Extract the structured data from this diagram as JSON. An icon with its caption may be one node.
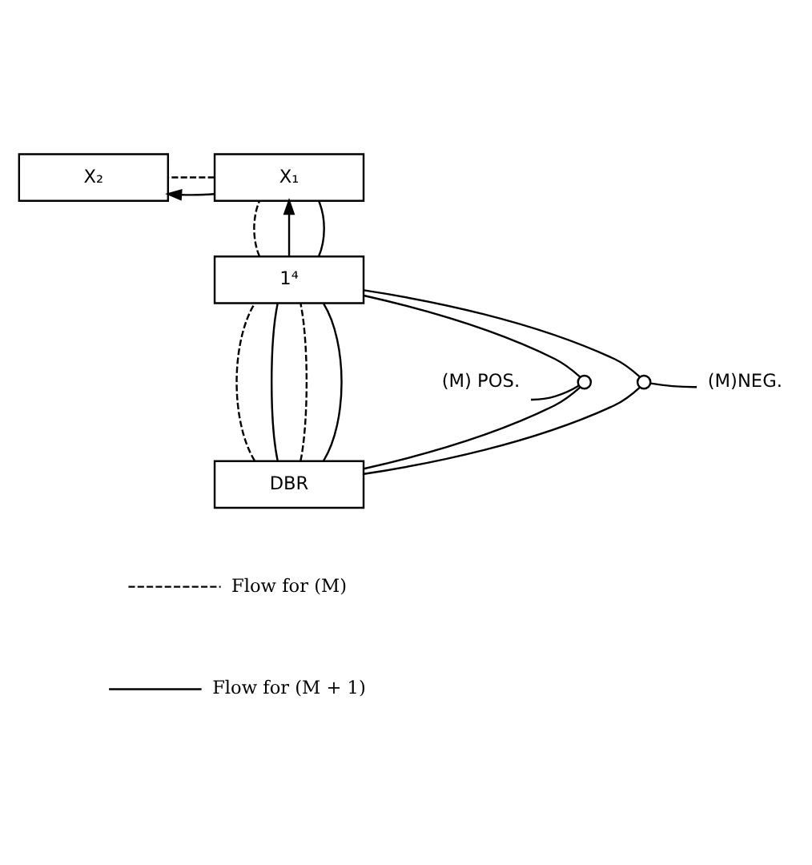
{
  "diagram": {
    "nodes": [
      {
        "text": [
          "X₂"
        ]
      },
      {
        "text": [
          "X₁"
        ]
      },
      {
        "text": [
          "1⁴"
        ]
      },
      {
        "text": [
          "(M) POS."
        ]
      },
      {
        "text": [],
        "shape": "circle"
      },
      {
        "text": [],
        "shape": "circle"
      },
      {
        "text": [
          "(M)NEG."
        ]
      },
      {
        "text": [
          "DBR"
        ]
      }
    ],
    "edges": [
      {
        "from": 1,
        "to": 0,
        "arrow": "none",
        "style": "dashed"
      },
      {
        "from": 1,
        "to": 0,
        "arrow": "to"
      },
      {
        "from": 2,
        "to": 1,
        "arrow": "none",
        "style": "dashed"
      },
      {
        "from": 2,
        "to": 1,
        "arrow": "to"
      },
      {
        "from": 2,
        "to": 1,
        "arrow": "none"
      },
      {
        "from": 7,
        "to": 2,
        "arrow": "none",
        "style": "dashed"
      },
      {
        "from": 7,
        "to": 4,
        "arrow": "none"
      },
      {
        "from": 4,
        "to": 2,
        "arrow": "none"
      },
      {
        "from": 7,
        "to": 2,
        "arrow": "none"
      },
      {
        "from": 7,
        "to": 2,
        "arrow": "none",
        "style": "dashed"
      },
      {
        "from": 7,
        "to": 5,
        "arrow": "none"
      },
      {
        "from": 5,
        "to": 2,
        "arrow": "none"
      },
      {
        "from": 7,
        "to": 2,
        "arrow": "none"
      },
      {
        "from": 3,
        "to": 4,
        "arrow": "none"
      },
      {
        "from": 6,
        "to": 5,
        "arrow": "none"
      }
    ],
    "legend": [
      {
        "text": "Flow for (M)"
      },
      {
        "text": "Flow for (M + 1)"
      }
    ]
  }
}
